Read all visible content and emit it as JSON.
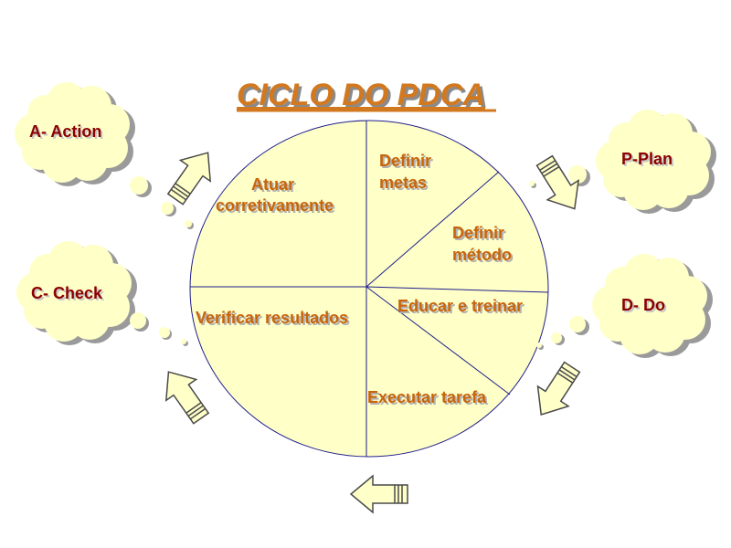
{
  "title": "CICLO DO PDCA",
  "segments": {
    "atuar": [
      "Atuar",
      "corretivamente"
    ],
    "definir_metas": [
      "Definir",
      "metas"
    ],
    "definir_metodo": [
      "Definir",
      "método"
    ],
    "educar": "Educar e treinar",
    "executar": "Executar tarefa",
    "verificar": "Verificar resultados"
  },
  "clouds": {
    "action": "A- Action",
    "plan": "P-Plan",
    "check": "C- Check",
    "do": "D- Do"
  },
  "colors": {
    "circle_fill": "#ffffc8",
    "circle_stroke": "#1e1e8c",
    "cloud_fill": "#ffffc8",
    "text_orange": "#c8640a",
    "cloud_text": "#8b0000"
  }
}
